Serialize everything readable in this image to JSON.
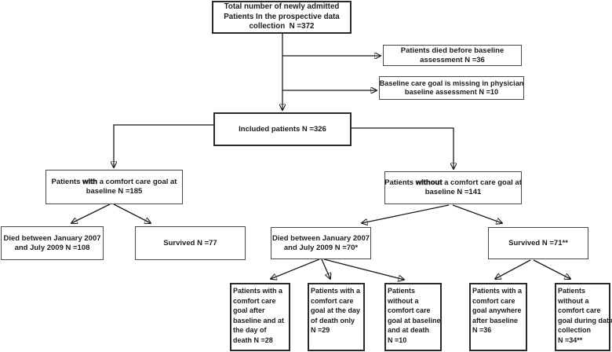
{
  "diagram": {
    "title": "Patient inclusion flowchart",
    "line_color": "#1a1a1a",
    "box_border_color": "#2b2b2b",
    "nodes": {
      "total": {
        "text": "Total number of newly admitted\nPatients In the prospective data\ncollection  N =372"
      },
      "died_before_baseline": {
        "text": "Patients died before baseline\nassessment N =36"
      },
      "goal_missing": {
        "text": "Baseline care goal is missing in physician\nbaseline assessment N =10"
      },
      "included": {
        "text": "Included patients N =326"
      },
      "with_goal": {
        "pre": "Patients ",
        "emph": "with",
        "post": " a comfort care goal at\nbaseline N =185"
      },
      "without_goal": {
        "pre": "Patients ",
        "emph": "without",
        "post": " a comfort care goal at\nbaseline N =141"
      },
      "died_with_goal": {
        "text": "Died between January 2007\nand July 2009 N =108"
      },
      "survived_with_goal": {
        "text": "Survived N =77"
      },
      "died_without_goal": {
        "text": "Died between January 2007\nand July 2009 N =70*"
      },
      "survived_without_goal": {
        "text": "Survived N =71**"
      },
      "goal_after_baseline_and_at_death": {
        "text": "Patients with a\ncomfort care\ngoal after\nbaseline and at\nthe day of\ndeath N =28"
      },
      "goal_at_day_of_death_only": {
        "text": "Patients with a\ncomfort care\ngoal at the day\nof death only\nN =29"
      },
      "no_goal_at_baseline_and_death": {
        "text": "Patients\nwithout a\ncomfort care\ngoal at baseline\nand at death\nN =10"
      },
      "goal_anywhere_after_baseline": {
        "text": "Patients with a\ncomfort care\ngoal anywhere\nafter baseline\nN =36"
      },
      "no_goal_during_data_collection": {
        "text": "Patients\nwithout a\ncomfort care\ngoal during data\ncollection\nN =34**"
      }
    }
  }
}
